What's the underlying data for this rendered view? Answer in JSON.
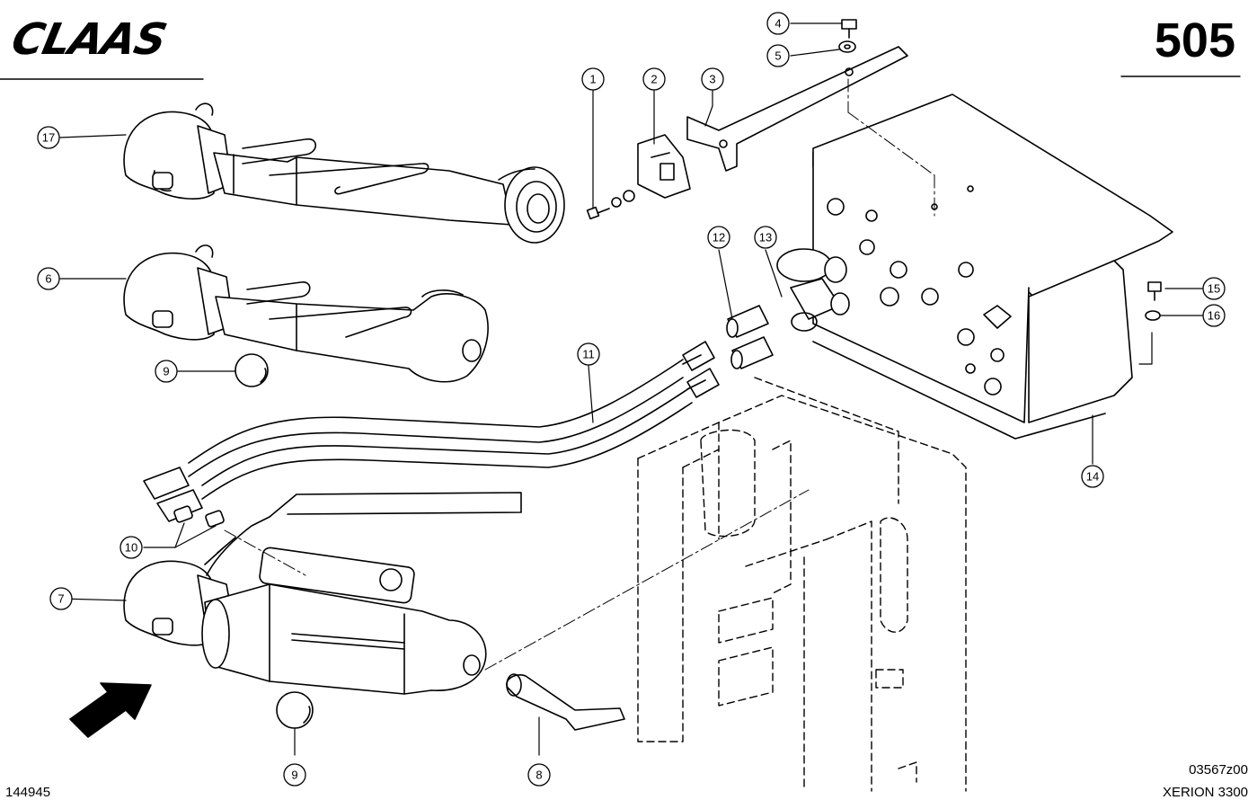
{
  "header": {
    "brand": "CLAAS",
    "sheet_number": "505"
  },
  "footer": {
    "doc_number": "144945",
    "drawing_code": "03567z00",
    "model": "XERION 3300"
  },
  "colors": {
    "ink": "#000000",
    "paper": "#ffffff"
  },
  "callouts": [
    {
      "id": "c1",
      "label": "1"
    },
    {
      "id": "c2",
      "label": "2"
    },
    {
      "id": "c3",
      "label": "3"
    },
    {
      "id": "c4",
      "label": "4"
    },
    {
      "id": "c5",
      "label": "5"
    },
    {
      "id": "c6",
      "label": "6"
    },
    {
      "id": "c7",
      "label": "7"
    },
    {
      "id": "c8",
      "label": "8"
    },
    {
      "id": "c9a",
      "label": "9"
    },
    {
      "id": "c9b",
      "label": "9"
    },
    {
      "id": "c10",
      "label": "10"
    },
    {
      "id": "c11",
      "label": "11"
    },
    {
      "id": "c12",
      "label": "12"
    },
    {
      "id": "c13",
      "label": "13"
    },
    {
      "id": "c14",
      "label": "14"
    },
    {
      "id": "c15",
      "label": "15"
    },
    {
      "id": "c16",
      "label": "16"
    },
    {
      "id": "c17",
      "label": "17"
    }
  ]
}
